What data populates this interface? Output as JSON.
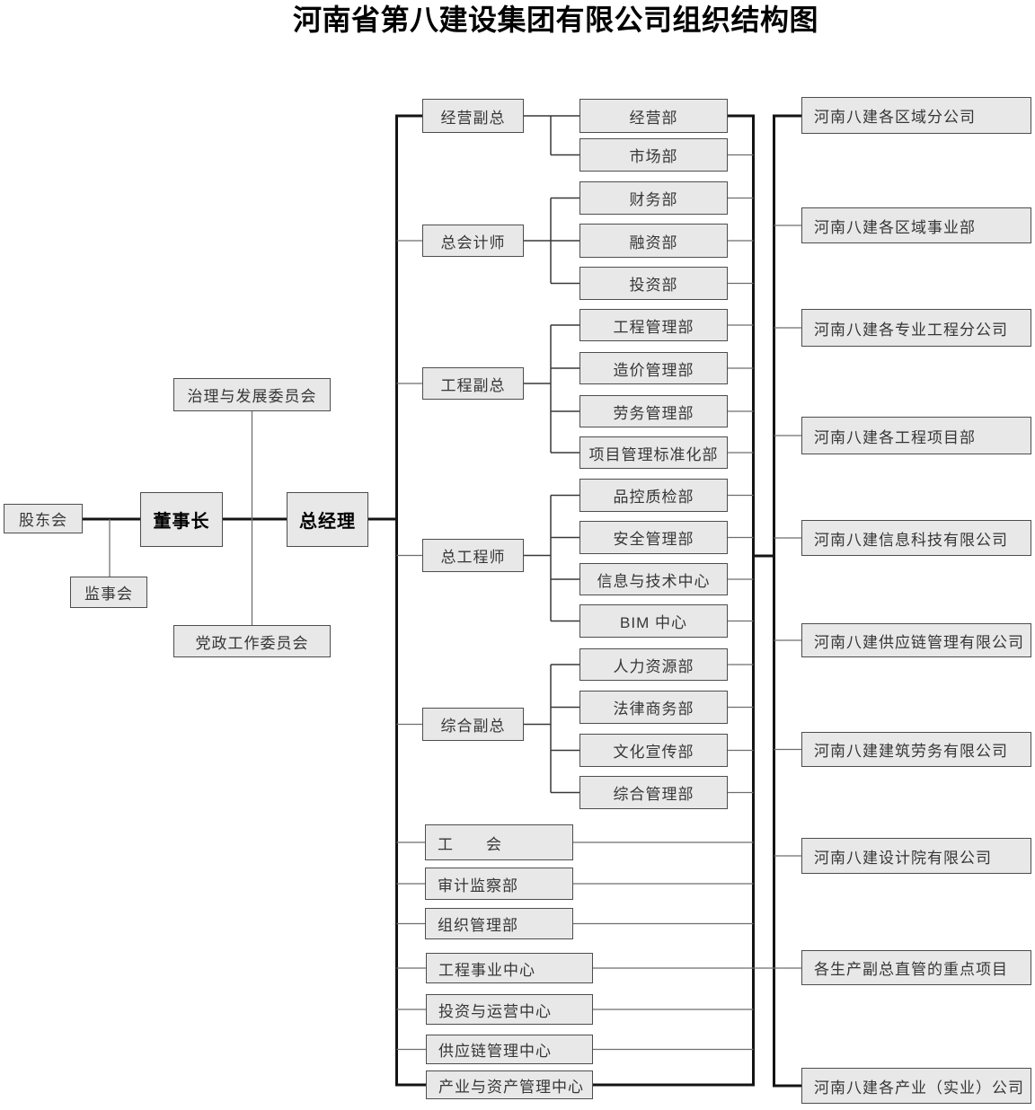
{
  "title": "河南省第八建设集团有限公司组织结构图",
  "governance": {
    "shareholders_meeting": "股东会",
    "chairman": "董事长",
    "general_manager": "总经理",
    "supervisory_board": "监事会",
    "governance_development_committee": "治理与发展委员会",
    "party_work_committee": "党政工作委员会"
  },
  "executives": [
    {
      "label": "经营副总",
      "departments": [
        "经营部",
        "市场部"
      ]
    },
    {
      "label": "总会计师",
      "departments": [
        "财务部",
        "融资部",
        "投资部"
      ]
    },
    {
      "label": "工程副总",
      "departments": [
        "工程管理部",
        "造价管理部",
        "劳务管理部",
        "项目管理标准化部"
      ]
    },
    {
      "label": "总工程师",
      "departments": [
        "品控质检部",
        "安全管理部",
        "信息与技术中心",
        "BIM 中心"
      ]
    },
    {
      "label": "综合副总",
      "departments": [
        "人力资源部",
        "法律商务部",
        "文化宣传部",
        "综合管理部"
      ]
    }
  ],
  "direct_units": [
    "工　　会",
    "审计监察部",
    "组织管理部",
    "工程事业中心",
    "投资与运营中心",
    "供应链管理中心",
    "产业与资产管理中心"
  ],
  "subsidiaries": [
    "河南八建各区域分公司",
    "河南八建各区域事业部",
    "河南八建各专业工程分公司",
    "河南八建各工程项目部",
    "河南八建信息科技有限公司",
    "河南八建供应链管理有限公司",
    "河南八建建筑劳务有限公司",
    "河南八建设计院有限公司",
    "各生产副总直管的重点项目",
    "河南八建各产业（实业）公司"
  ],
  "colors": {
    "box_fill": "#e8e8e8",
    "box_border": "#4d4d4d",
    "line_thick": "#141414",
    "line_group": "#383838",
    "line_thin": "#6e6e6e",
    "title_text": "#000000",
    "box_text": "#363636"
  }
}
